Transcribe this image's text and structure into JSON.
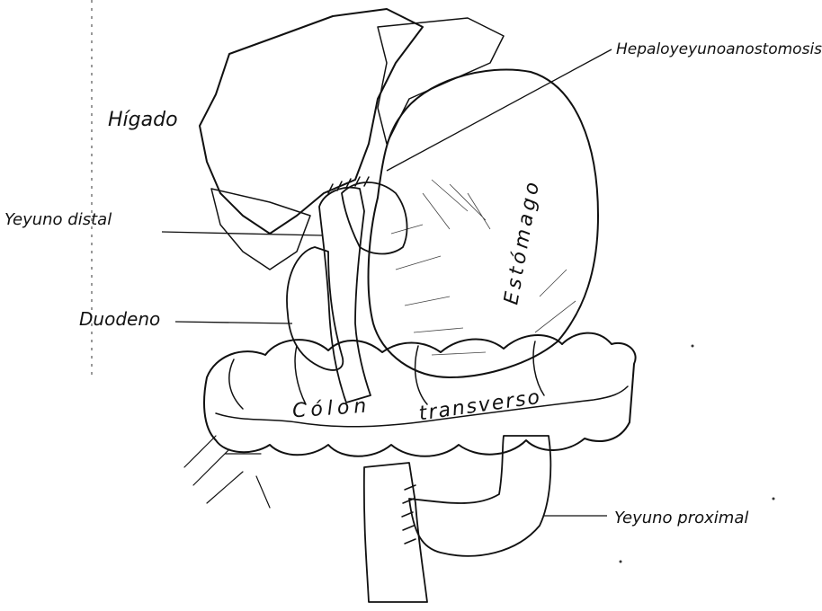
{
  "labels": {
    "liver": "Hígado",
    "hepaticojejunostomy": "Hepaloyeyunoanostomosis",
    "distal_jejunum": "Yeyuno distal",
    "stomach": "Estómago",
    "duodenum": "Duodeno",
    "colon_word1": "Cólon",
    "colon_word2": "transverso",
    "proximal_jejunum": "Yeyuno proximal"
  },
  "colors": {
    "ink": "#111111",
    "paper": "#ffffff"
  }
}
